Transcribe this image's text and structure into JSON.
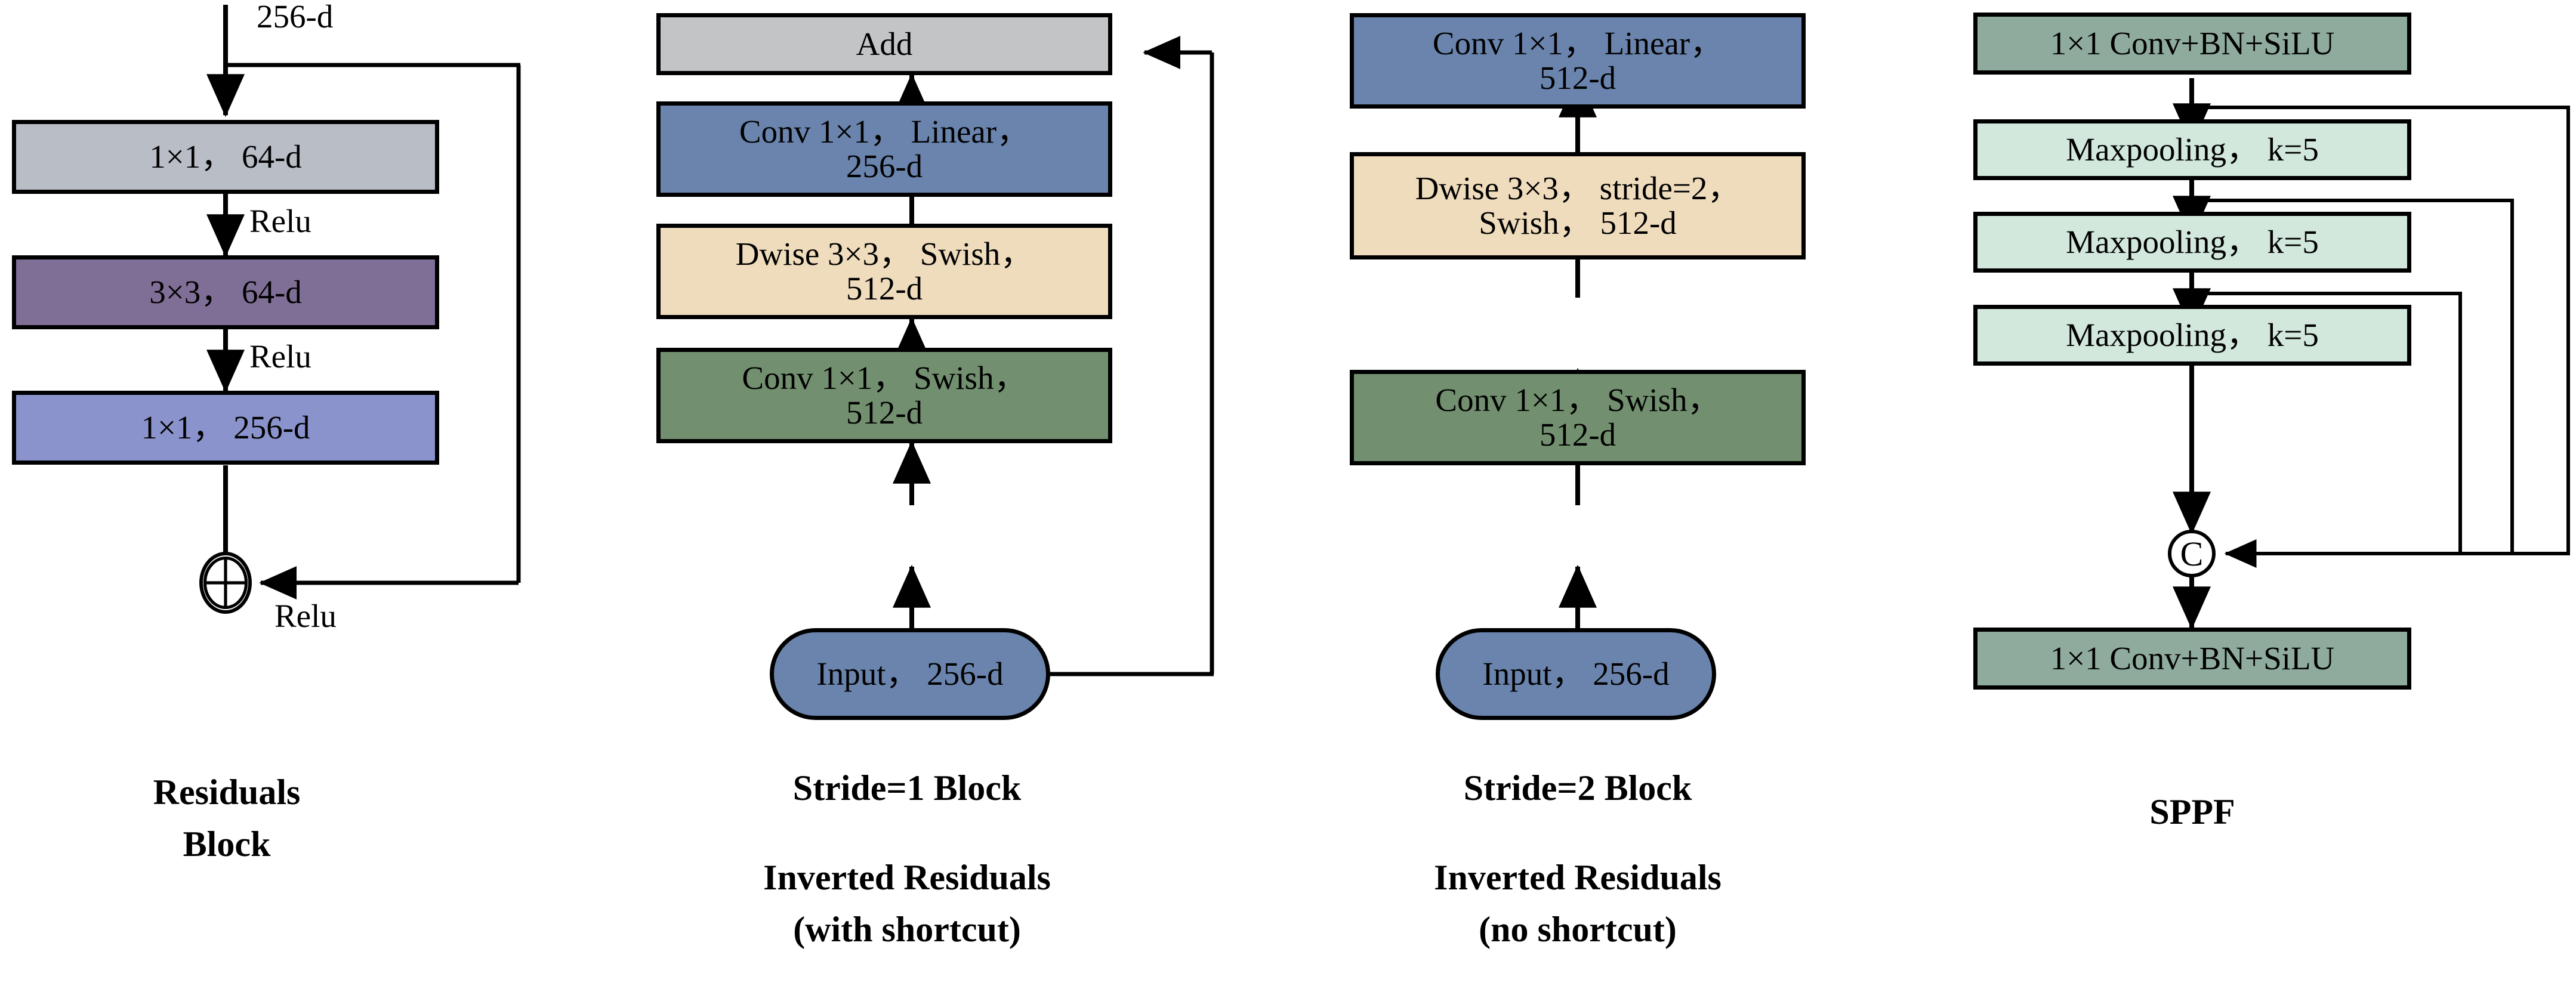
{
  "figure": {
    "type": "neural-network-block-diagram",
    "background": "#ffffff"
  },
  "palette": {
    "gray_light": "#b8bdc6",
    "gray_add": "#c2c4c6",
    "purple": "#7f6f96",
    "blue_violet": "#8a93cb",
    "slate_blue": "#6a84ad",
    "sand": "#efdcbd",
    "olive_green": "#72906f",
    "sage_dark": "#8fab9d",
    "mint_light": "#d2e8dc",
    "stroke": "#000000"
  },
  "columns": [
    {
      "id": "residuals-block",
      "caption": "Residuals\nBlock",
      "top_label": "256-d",
      "nodes": [
        {
          "name": "conv-1x1-64",
          "text": "1×1， 64-d",
          "fill": "#b8bdc6"
        },
        {
          "name": "conv-3x3-64",
          "text": "3×3， 64-d",
          "fill": "#7f6f96"
        },
        {
          "name": "conv-1x1-256",
          "text": "1×1， 256-d",
          "fill": "#8a93cb"
        }
      ],
      "edge_labels": [
        "Relu",
        "Relu",
        "Relu"
      ],
      "operator": {
        "name": "add-operator",
        "symbol": "⊕"
      }
    },
    {
      "id": "stride-1-block",
      "caption": "Stride=1 Block\n\nInverted Residuals\n(with shortcut)",
      "caption_line1": "Stride=1 Block",
      "caption_line2": "Inverted Residuals\n(with shortcut)",
      "nodes": [
        {
          "name": "add-block",
          "text": "Add",
          "fill": "#c2c4c6"
        },
        {
          "name": "conv-1x1-linear-256",
          "text": "Conv 1×1， Linear，\n256-d",
          "fill": "#6a84ad"
        },
        {
          "name": "dwise-3x3-swish-512",
          "text": "Dwise 3×3， Swish，\n512-d",
          "fill": "#efdcbd"
        },
        {
          "name": "conv-1x1-swish-512",
          "text": "Conv 1×1， Swish，\n512-d",
          "fill": "#72906f"
        },
        {
          "name": "input-pill",
          "text": "Input， 256-d",
          "fill": "#6a84ad",
          "shape": "pill"
        }
      ]
    },
    {
      "id": "stride-2-block",
      "caption_line1": "Stride=2 Block",
      "caption_line2": "Inverted Residuals\n(no shortcut)",
      "nodes": [
        {
          "name": "conv-1x1-linear-512",
          "text": "Conv 1×1， Linear，\n512-d",
          "fill": "#6a84ad"
        },
        {
          "name": "dwise-3x3-stride2-swish-512",
          "text": "Dwise 3×3， stride=2，\nSwish， 512-d",
          "fill": "#efdcbd"
        },
        {
          "name": "conv-1x1-swish-512",
          "text": "Conv 1×1， Swish，\n512-d",
          "fill": "#72906f"
        },
        {
          "name": "input-pill",
          "text": "Input， 256-d",
          "fill": "#6a84ad",
          "shape": "pill"
        }
      ]
    },
    {
      "id": "sppf",
      "caption_line1": "SPPF",
      "nodes": [
        {
          "name": "conv-bn-silu-top",
          "text": "1×1 Conv+BN+SiLU",
          "fill": "#8fab9d"
        },
        {
          "name": "maxpooling-1",
          "text": "Maxpooling， k=5",
          "fill": "#d2e8dc"
        },
        {
          "name": "maxpooling-2",
          "text": "Maxpooling， k=5",
          "fill": "#d2e8dc"
        },
        {
          "name": "maxpooling-3",
          "text": "Maxpooling， k=5",
          "fill": "#d2e8dc"
        },
        {
          "name": "conv-bn-silu-bottom",
          "text": "1×1 Conv+BN+SiLU",
          "fill": "#8fab9d"
        }
      ],
      "operator": {
        "name": "concat-operator",
        "symbol": "C"
      }
    }
  ]
}
